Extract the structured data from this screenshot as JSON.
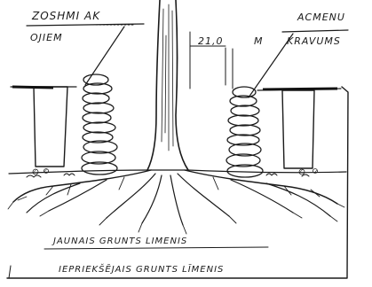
{
  "labels": {
    "top_left_line1": "ZOSHMI AK",
    "top_left_line2": "OJIEM",
    "top_right_line1": "ACMENU",
    "top_right_line2": "KRAVUMS",
    "dimension_value": "21,0",
    "dimension_unit": "M",
    "new_ground_level": "JAUNAIS GRUNTS LIMENIS",
    "original_ground_level": "IEPRIEKŠĒJAIS GRUNTS LĪMENIS"
  }
}
